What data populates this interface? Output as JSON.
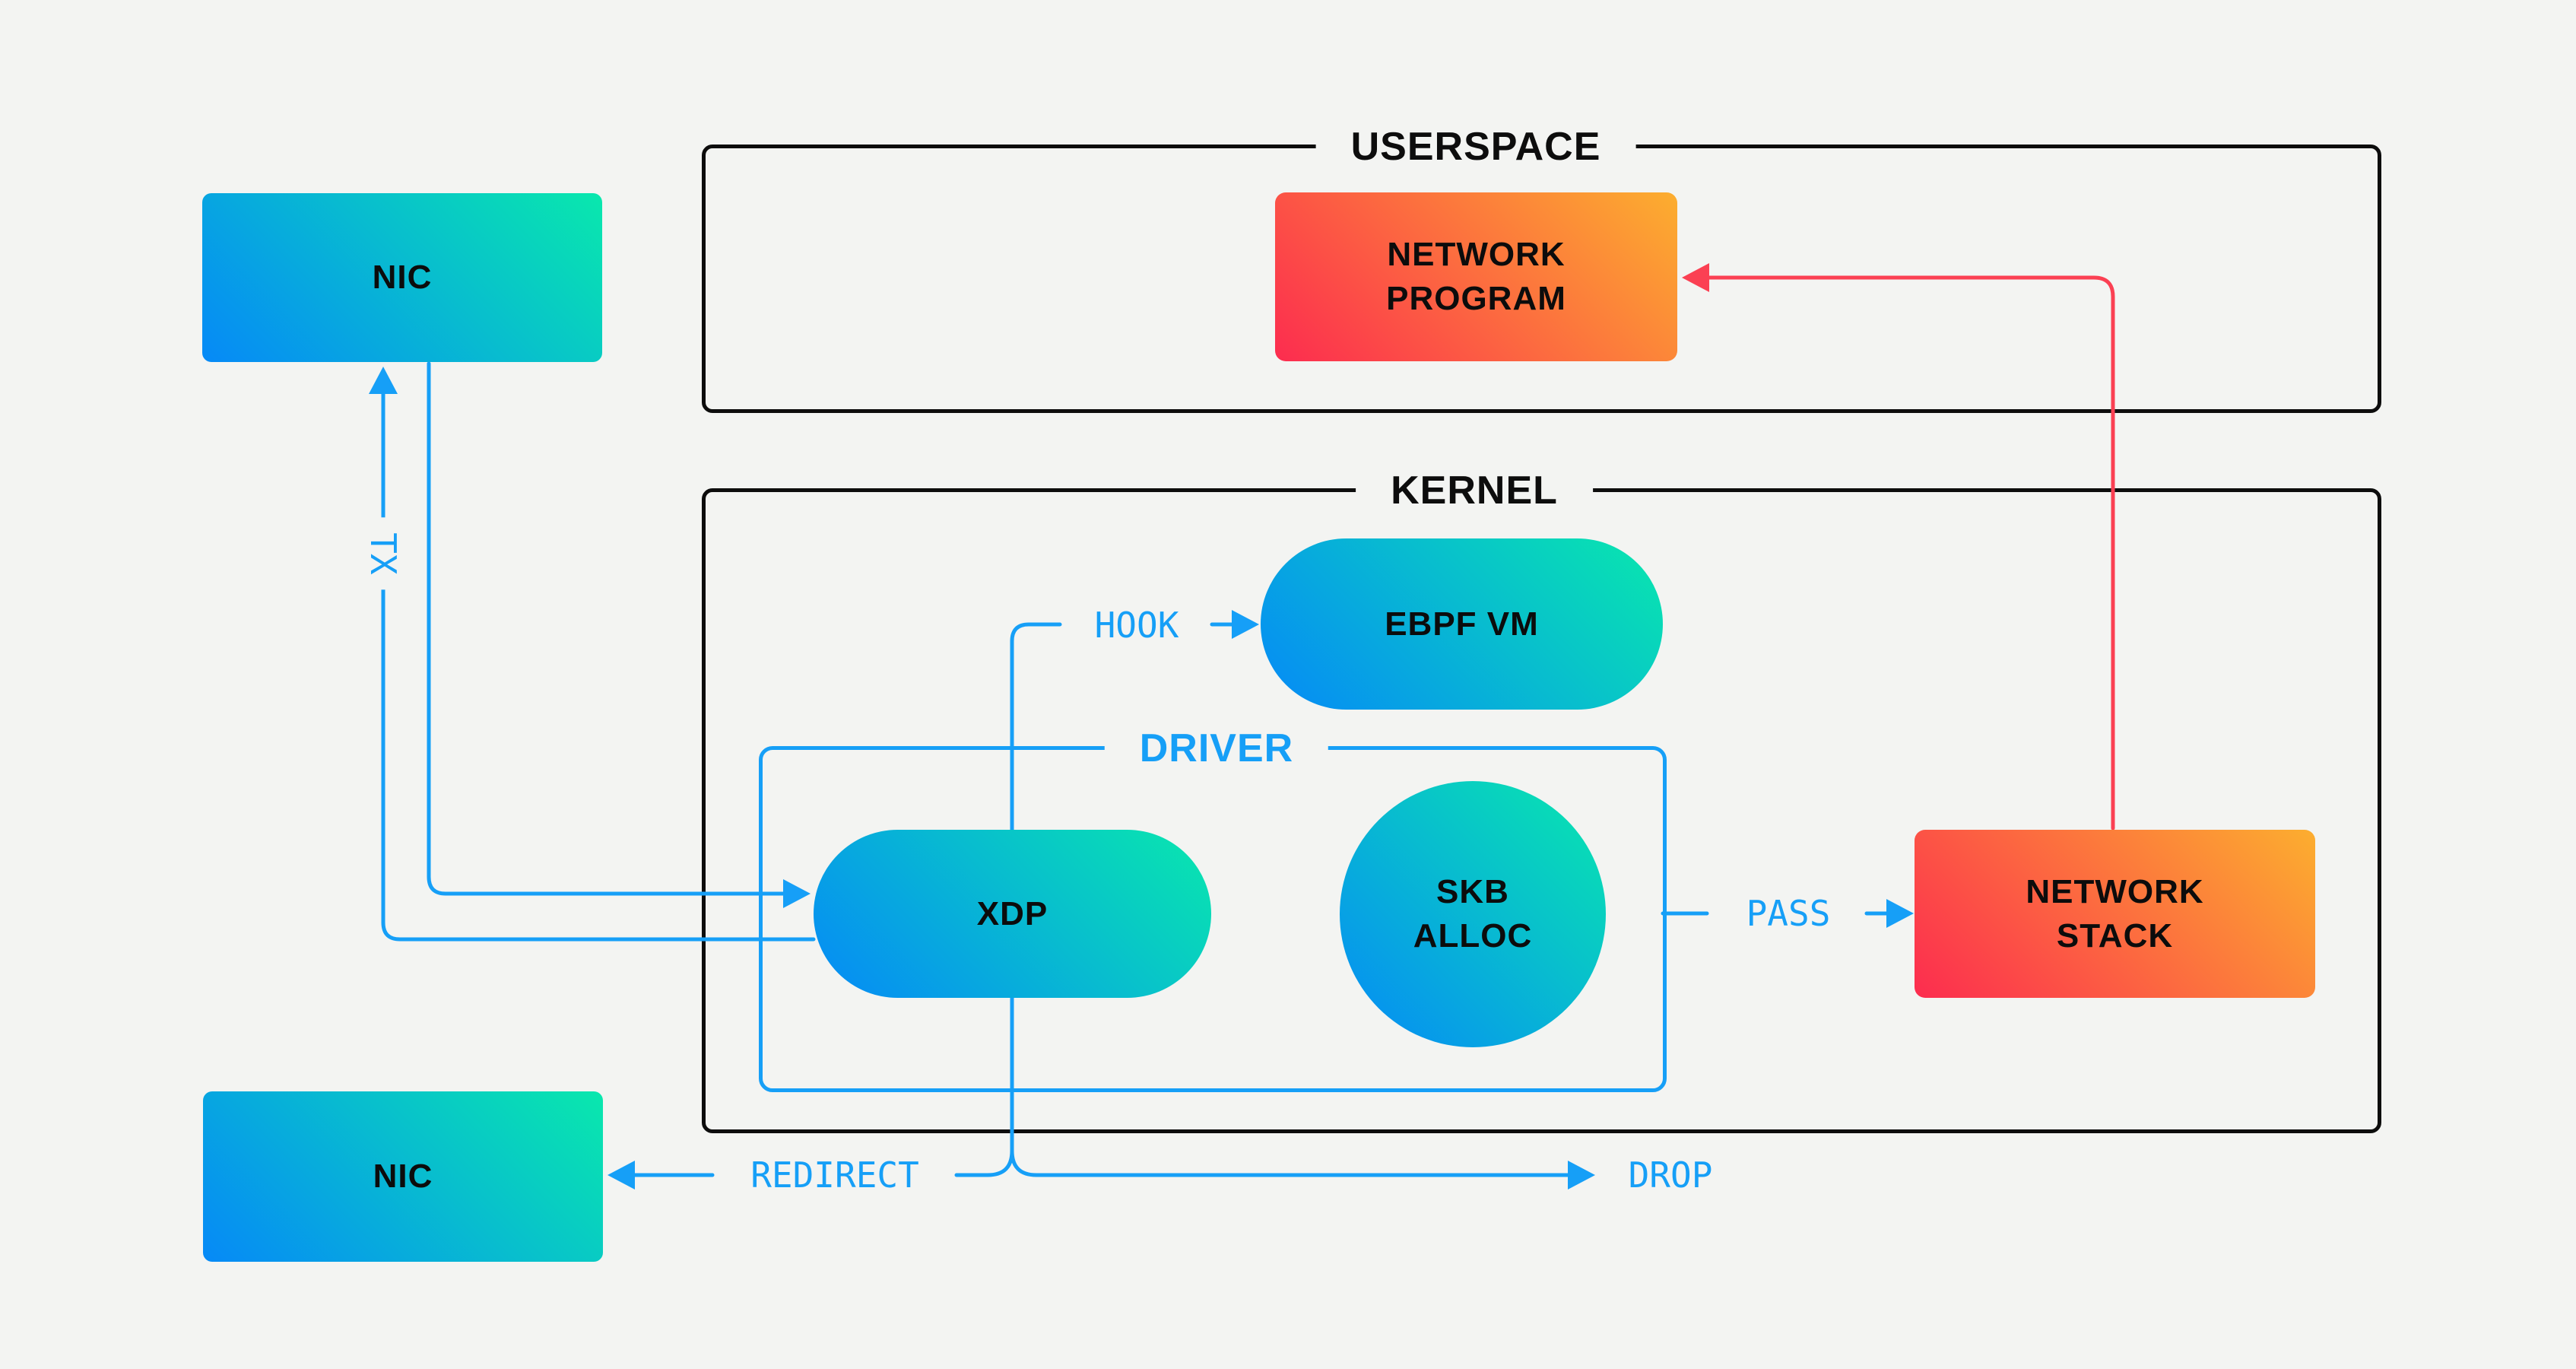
{
  "palette": {
    "background": "#f3f4f2",
    "frame_black": "#0d0d0d",
    "accent_blue": "#169ff7",
    "accent_red": "#fb4053",
    "teal_gradient_start": "#0689f7",
    "teal_gradient_end": "#09e8ad",
    "orange_gradient_start": "#fc2c4f",
    "orange_gradient_end": "#fcae2f"
  },
  "containers": {
    "userspace": "USERSPACE",
    "kernel": "KERNEL",
    "driver": "DRIVER"
  },
  "nodes": {
    "nic_top": {
      "label": "NIC"
    },
    "nic_bottom": {
      "label": "NIC"
    },
    "network_program": {
      "line1": "NETWORK",
      "line2": "PROGRAM"
    },
    "ebpf_vm": {
      "label": "EBPF VM"
    },
    "xdp": {
      "label": "XDP"
    },
    "skb_alloc": {
      "line1": "SKB",
      "line2": "ALLOC"
    },
    "network_stack": {
      "line1": "NETWORK",
      "line2": "STACK"
    }
  },
  "edges": {
    "tx": "TX",
    "hook": "HOOK",
    "pass": "PASS",
    "redirect": "REDIRECT",
    "drop": "DROP"
  }
}
